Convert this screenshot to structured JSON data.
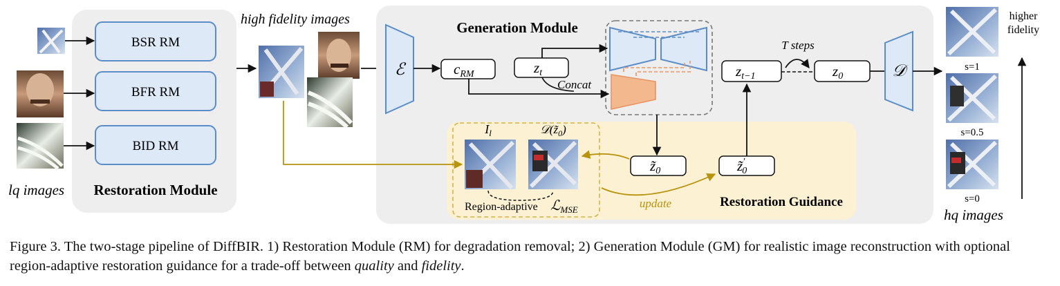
{
  "restoration_module": {
    "title": "Restoration Module",
    "blocks": [
      "BSR RM",
      "BFR RM",
      "BID RM"
    ]
  },
  "inputs_label": "lq images",
  "high_fidelity_label": "high fidelity images",
  "generation_module": {
    "title": "Generation Module",
    "encoder_symbol": "ℰ",
    "decoder_symbol": "𝒟",
    "c_rm": "c",
    "c_rm_sub": "RM",
    "z_t": "z",
    "z_t_sub": "t",
    "concat_label": "Concat",
    "z_t_minus_1": "z",
    "z_t_minus_1_sub": "t−1",
    "t_steps_label": "T steps",
    "z_0": "z",
    "z_0_sub": "0"
  },
  "restoration_guidance": {
    "title": "Restoration Guidance",
    "i_l": "I",
    "i_l_sub": "l",
    "d_hat_z0": "𝒟(z̃",
    "d_hat_z0_sub": "0",
    "d_hat_z0_close": ")",
    "z_tilde_0": "z̃",
    "z_tilde_0_sub": "0",
    "z_tilde_0_prime": "z̃",
    "z_tilde_0_prime_sup": "′",
    "z_tilde_0_prime_sub": "0",
    "region_adaptive": "Region-adaptive",
    "loss": "ℒ",
    "loss_sub": "MSE",
    "update_label": "update"
  },
  "outputs": {
    "fidelity_label_1": "higher",
    "fidelity_label_2": "fidelity",
    "s_labels": [
      "s=1",
      "s=0.5",
      "s=0"
    ],
    "hq_label": "hq images"
  },
  "caption": {
    "part1": "Figure 3. The two-stage pipeline of DiffBIR. 1) Restoration Module (RM) for degradation removal; 2) Generation Module (GM) for realistic image reconstruction with optional region-adaptive restoration guidance for a trade-off between ",
    "quality": "quality",
    "and": " and ",
    "fidelity": "fidelity",
    "end": "."
  },
  "colors": {
    "module_bg": "#eeeeee",
    "block_fill": "#dde9f6",
    "block_stroke": "#5a8cc8",
    "guidance_bg": "#fcf1d2",
    "guidance_arrow": "#b8930d",
    "orange": "#f4b88e",
    "orange_stroke": "#e69563"
  }
}
